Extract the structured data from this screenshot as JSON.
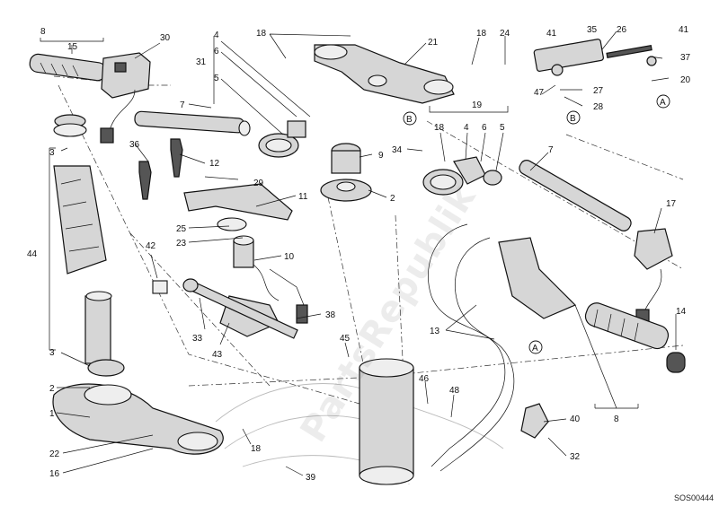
{
  "diagram": {
    "code": "SOS00444",
    "watermark": "PartsRepublik",
    "callouts": [
      "8",
      "15",
      "30",
      "4",
      "6",
      "31",
      "5",
      "7",
      "18",
      "21",
      "18",
      "24",
      "41",
      "35",
      "26",
      "41",
      "37",
      "47",
      "27",
      "20",
      "28",
      "36",
      "12",
      "3",
      "44",
      "29",
      "11",
      "25",
      "23",
      "42",
      "10",
      "33",
      "43",
      "38",
      "34",
      "9",
      "2",
      "19",
      "18",
      "4",
      "6",
      "5",
      "7",
      "17",
      "13",
      "14",
      "45",
      "3",
      "2",
      "1",
      "22",
      "16",
      "18",
      "39",
      "46",
      "48",
      "40",
      "32",
      "8",
      "A",
      "B",
      "A",
      "B"
    ],
    "ref_markers": [
      "A",
      "B"
    ]
  }
}
